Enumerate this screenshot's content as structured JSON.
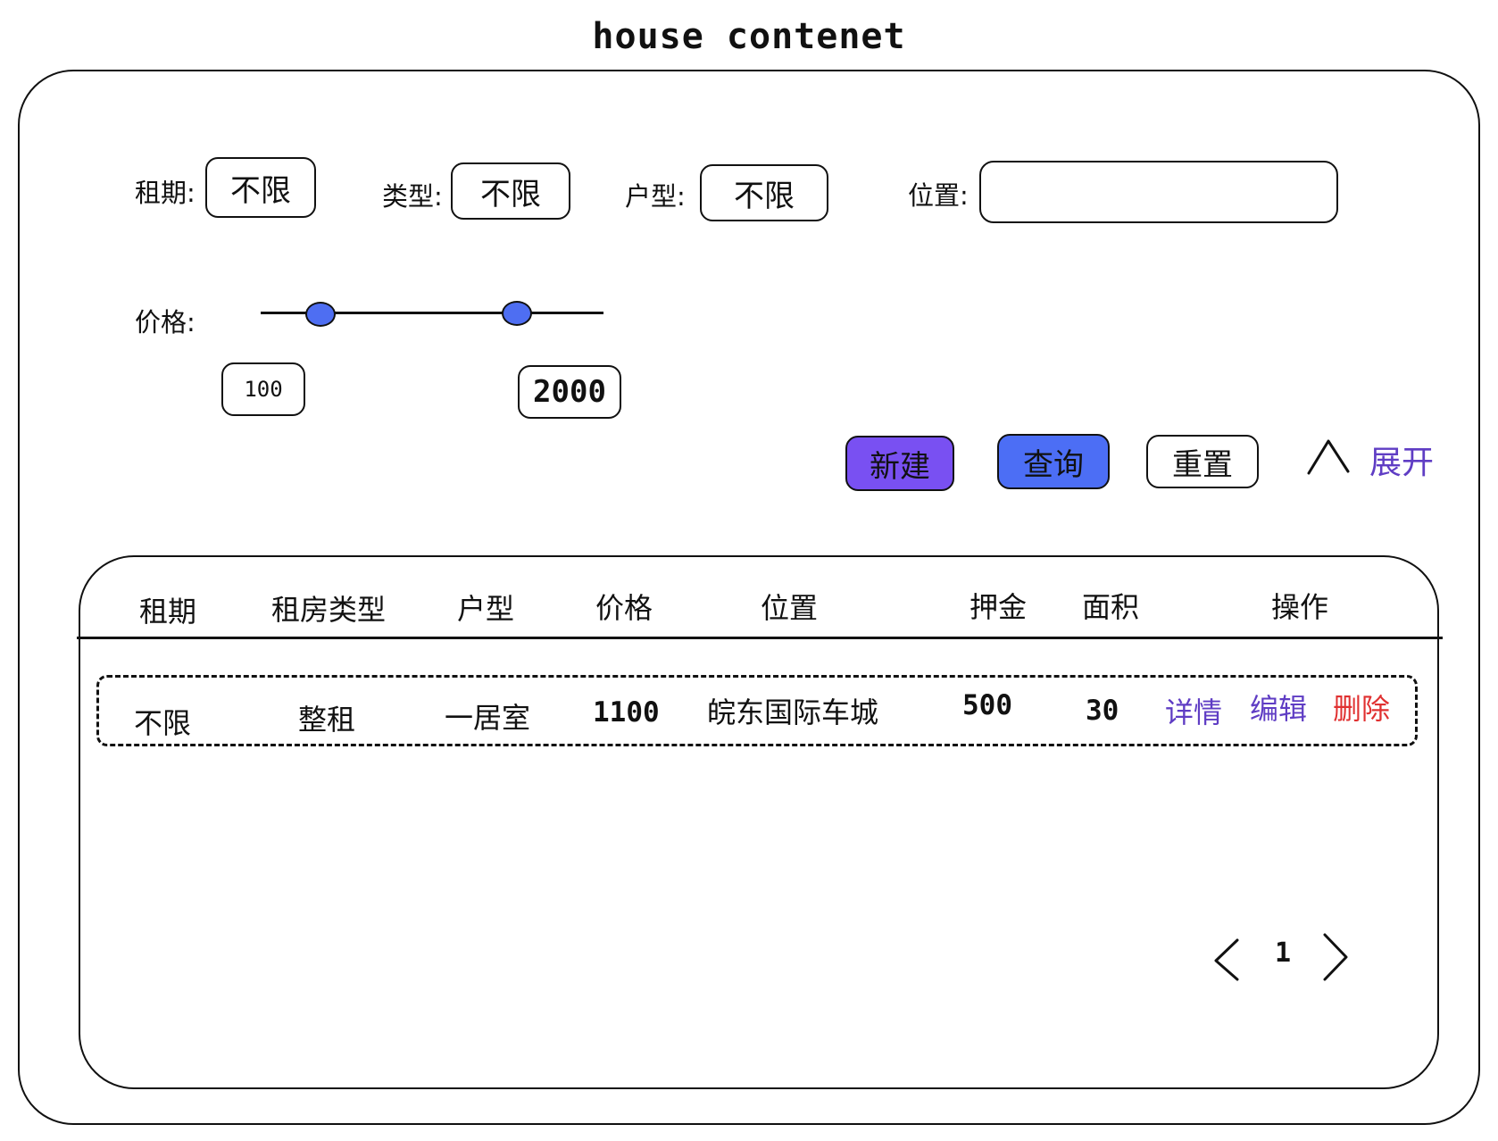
{
  "page_title": "house contenet",
  "filters": {
    "rent_period": {
      "label": "租期:",
      "value": "不限"
    },
    "type": {
      "label": "类型:",
      "value": "不限"
    },
    "layout": {
      "label": "户型:",
      "value": "不限"
    },
    "location": {
      "label": "位置:",
      "value": ""
    },
    "price": {
      "label": "价格:",
      "min_value": "100",
      "max_value": "2000"
    }
  },
  "actions": {
    "new_label": "新建",
    "query_label": "查询",
    "reset_label": "重置",
    "expand_label": "展开"
  },
  "table": {
    "columns": [
      "租期",
      "租房类型",
      "户型",
      "价格",
      "位置",
      "押金",
      "面积",
      "操作"
    ],
    "rows": [
      {
        "rent_period": "不限",
        "rent_type": "整租",
        "layout": "一居室",
        "price": "1100",
        "location": "皖东国际车城",
        "deposit": "500",
        "area": "30",
        "ops": {
          "detail": "详情",
          "edit": "编辑",
          "delete": "删除"
        }
      }
    ]
  },
  "pagination": {
    "current": "1"
  },
  "colors": {
    "new_button": "#7950f2",
    "query_button": "#4c6ef5",
    "slider_knob": "#4e6ef2",
    "link_purple": "#5f3dc4",
    "link_delete": "#e03131"
  },
  "icons": {
    "expand": "chevron-up-icon",
    "prev_page": "chevron-left-icon",
    "next_page": "chevron-right-icon"
  }
}
